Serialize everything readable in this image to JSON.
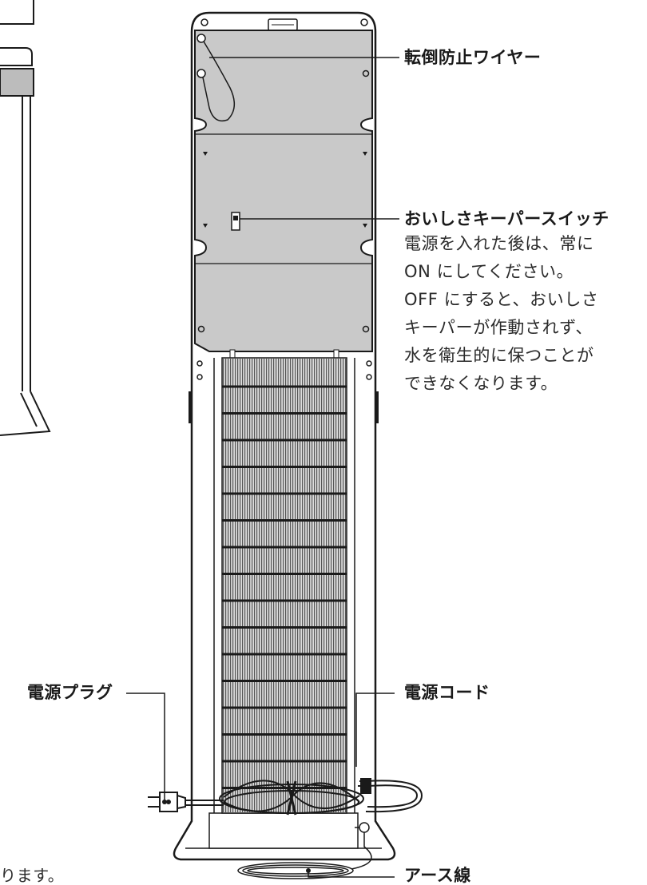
{
  "labels": {
    "tip_wire": "転倒防止ワイヤー",
    "switch_title": "おいしさキーパースイッチ",
    "switch_desc": [
      "電源を入れた後は、常に",
      "ON にしてください。",
      "OFF にすると、おいしさ",
      "キーパーが作動されず、",
      "水を衛生的に保つことが",
      "できなくなります。"
    ],
    "power_plug": "電源プラグ",
    "power_cord": "電源コード",
    "earth_wire": "アース線",
    "fragment_text": "ります。"
  },
  "colors": {
    "outline": "#1a1a1a",
    "panel_fill": "#c9c9c9",
    "machine_fill": "#ffffff",
    "cord": "#1a1a1a"
  }
}
